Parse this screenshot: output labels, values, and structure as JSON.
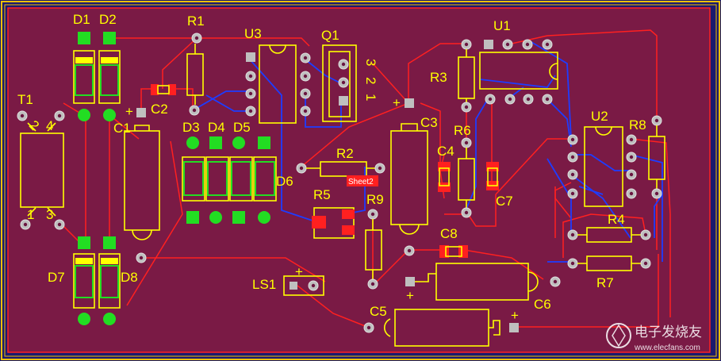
{
  "colors": {
    "outer_background": "#1a1a6e",
    "board": "#7a1a45",
    "board_edge": "#ff2020",
    "silkscreen": "#ffff00",
    "top_trace": "#ff2020",
    "bottom_trace": "#1e3cff",
    "pad": "#22dd22",
    "via": "#bfbfbf",
    "keepout_border": "#f2c000"
  },
  "designators": {
    "T1": "T1",
    "D1": "D1",
    "D2": "D2",
    "D3": "D3",
    "D4": "D4",
    "D5": "D5",
    "D6": "D6",
    "D7": "D7",
    "D8": "D8",
    "C1": "C1",
    "C2": "C2",
    "C3": "C3",
    "C4": "C4",
    "C5": "C5",
    "C6": "C6",
    "C7": "C7",
    "C8": "C8",
    "R1": "R1",
    "R2": "R2",
    "R3": "R3",
    "R4": "R4",
    "R5": "R5",
    "R6": "R6",
    "R7": "R7",
    "R8": "R8",
    "R9": "R9",
    "U1": "U1",
    "U2": "U2",
    "U3": "U3",
    "Q1": "Q1",
    "LS1": "LS1"
  },
  "pin_labels": {
    "t1_pin1": "1",
    "t1_pin2": "2",
    "t1_pin3": "3",
    "t1_pin4": "4",
    "q1_pin1": "1",
    "q1_pin2": "2",
    "q1_pin3": "3"
  },
  "polarity_marks": {
    "c1_plus": "+",
    "c3_plus": "+",
    "c5_plus": "+",
    "c6_plus": "+",
    "ls1_plus": "+"
  },
  "sheet_tag": "Sheet2",
  "watermark": {
    "text": "电子发烧友",
    "url": "www.elecfans.com"
  }
}
